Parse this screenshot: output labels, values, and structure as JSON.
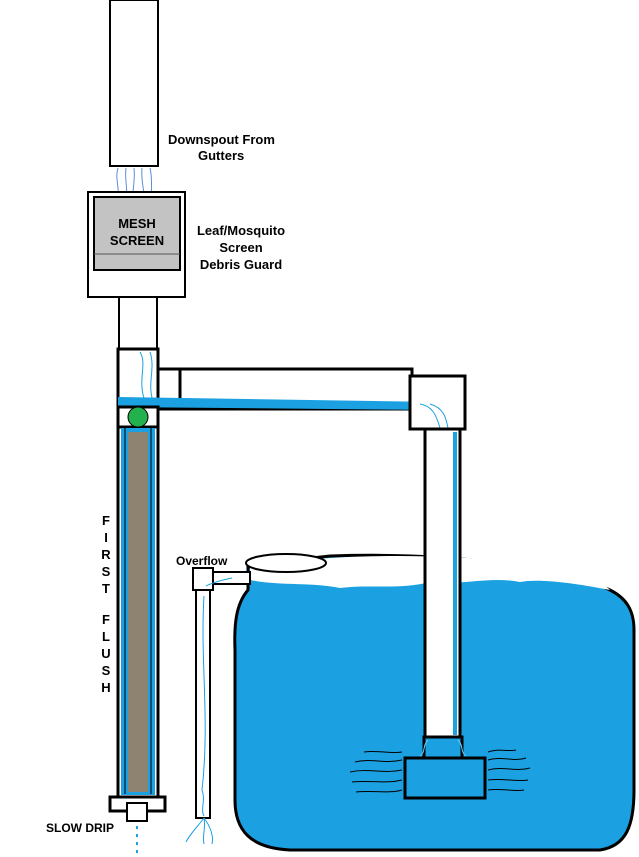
{
  "labels": {
    "downspout_line1": "Downspout From",
    "downspout_line2": "Gutters",
    "mesh_line1": "MESH",
    "mesh_line2": "SCREEN",
    "guard_line1": "Leaf/Mosquito",
    "guard_line2": "Screen",
    "guard_line3": "Debris Guard",
    "first": [
      "F",
      "I",
      "R",
      "S",
      "T"
    ],
    "flush": [
      "F",
      "L",
      "U",
      "S",
      "H"
    ],
    "overflow": "Overflow",
    "slow_drip": "SLOW DRIP"
  },
  "colors": {
    "water": "#1ba1e2",
    "debris": "#b57a4a",
    "ball": "#22b14c",
    "mesh": "#c3c3c3",
    "outline": "#000000",
    "stream": "#5b8fd6"
  }
}
